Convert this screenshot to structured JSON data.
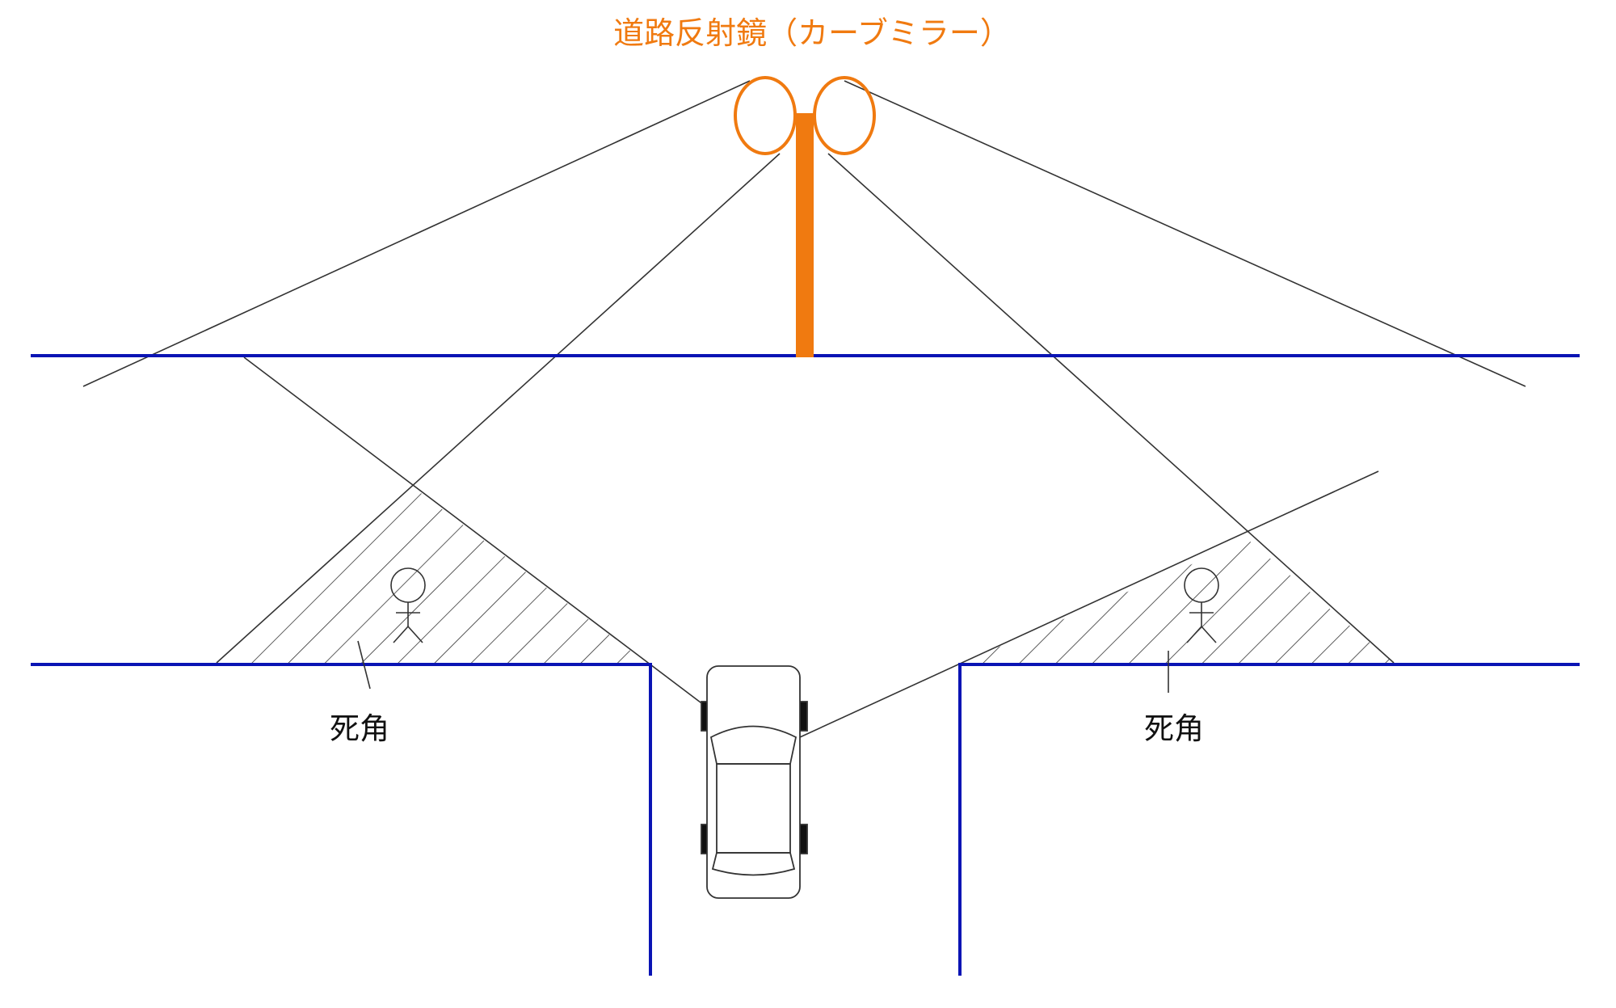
{
  "title": "道路反射鏡（カーブミラー）",
  "blind_spot_label_left": "死角",
  "blind_spot_label_right": "死角",
  "colors": {
    "mirror": "#F07A10",
    "road_edge": "#0A14B4",
    "sight_line": "#333333",
    "hatch": "#333333",
    "text": "#111111",
    "background": "#FFFFFF"
  },
  "icons": {
    "mirror": "curve-mirror-icon",
    "car": "car-top-view-icon",
    "pedestrian": "stick-figure-person-icon"
  }
}
